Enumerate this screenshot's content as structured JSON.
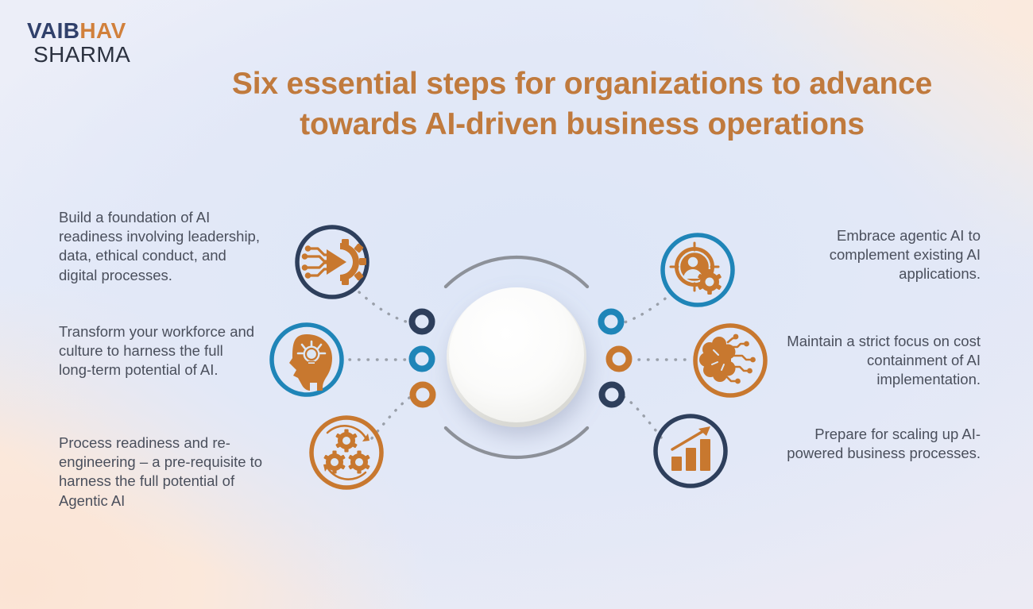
{
  "logo": {
    "line1_part1": "VAIB",
    "line1_part2": "HAV",
    "line2": "SHARMA",
    "navy": "#30406b",
    "orange": "#d1803b"
  },
  "title": {
    "line1": "Six essential steps for organizations to advance",
    "line2": "towards AI-driven business operations",
    "color": "#c07a3d"
  },
  "palette": {
    "navy": "#2e3f5c",
    "blue": "#1f85b8",
    "orange": "#c8782f",
    "ring_gray": "#8d9199",
    "dot_gray": "#9aa0aa",
    "text": "#4a4f5c"
  },
  "steps": [
    {
      "id": "step-1",
      "side": "left",
      "icon": "circuit-gear-icon",
      "ring_color": "#2e3f5c",
      "node_color": "#2e3f5c",
      "text": "Build a foundation of AI readiness involving leadership, data, ethical conduct, and digital processes."
    },
    {
      "id": "step-2",
      "side": "left",
      "icon": "head-lightbulb-icon",
      "ring_color": "#1f85b8",
      "node_color": "#1f85b8",
      "text": "Transform your workforce and culture to harness the full long-term potential of AI."
    },
    {
      "id": "step-3",
      "side": "left",
      "icon": "gears-cycle-icon",
      "ring_color": "#c8782f",
      "node_color": "#c8782f",
      "text": "Process readiness and re-engineering – a pre-requisite to harness the full potential of Agentic AI"
    },
    {
      "id": "step-4",
      "side": "right",
      "icon": "target-person-gear-icon",
      "ring_color": "#1f85b8",
      "node_color": "#1f85b8",
      "text": "Embrace agentic AI to complement existing AI applications."
    },
    {
      "id": "step-5",
      "side": "right",
      "icon": "brain-circuit-icon",
      "ring_color": "#c8782f",
      "node_color": "#c8782f",
      "text": "Maintain a strict focus on cost containment of AI implementation."
    },
    {
      "id": "step-6",
      "side": "right",
      "icon": "growth-bar-chart-icon",
      "ring_color": "#2e3f5c",
      "node_color": "#2e3f5c",
      "text": "Prepare for scaling up AI-powered business processes."
    }
  ]
}
